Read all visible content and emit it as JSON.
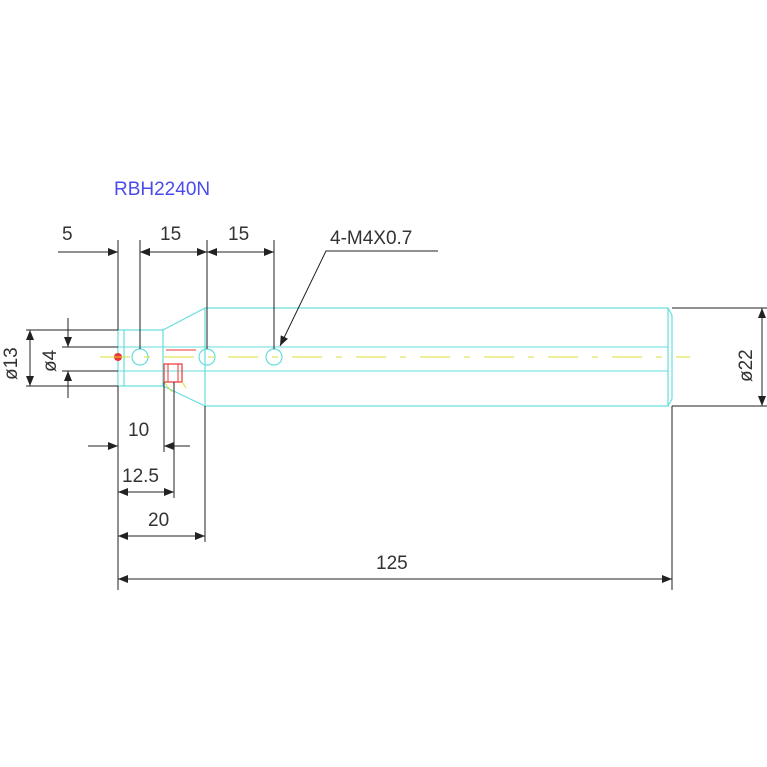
{
  "drawing": {
    "part_number": "RBH2240N",
    "dimensions": {
      "d5": "5",
      "d15a": "15",
      "d15b": "15",
      "thread_note": "4-M4X0.7",
      "dia13": "ø13",
      "dia4": "ø4",
      "dia22": "ø22",
      "d10": "10",
      "d12_5": "12.5",
      "d20": "20",
      "d125": "125"
    },
    "colors": {
      "body": "#66dddd",
      "dimension": "#222222",
      "centerline": "#dddd33",
      "detail": "#ee3333",
      "title": "#4a4aee"
    }
  }
}
